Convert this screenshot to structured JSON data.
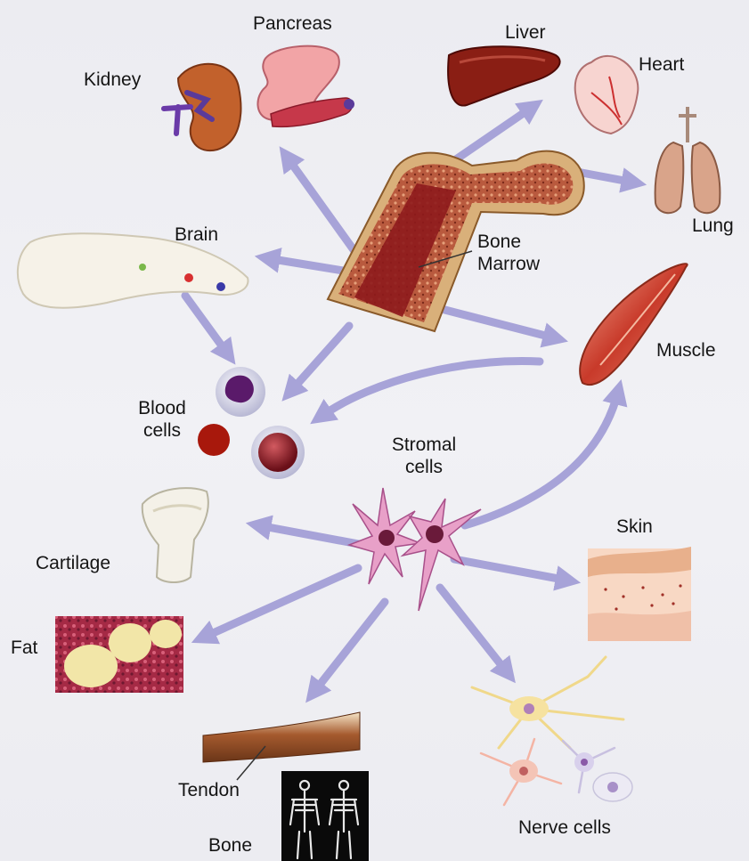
{
  "labels": {
    "pancreas": "Pancreas",
    "kidney": "Kidney",
    "liver": "Liver",
    "heart": "Heart",
    "lung": "Lung",
    "brain": "Brain",
    "bone_marrow": [
      "Bone",
      "Marrow"
    ],
    "muscle": "Muscle",
    "blood_cells": [
      "Blood",
      "cells"
    ],
    "stromal_cells": [
      "Stromal",
      "cells"
    ],
    "skin": "Skin",
    "cartilage": "Cartilage",
    "fat": "Fat",
    "tendon": "Tendon",
    "bone": "Bone",
    "nerve_cells": "Nerve cells"
  },
  "icons": [
    "kidney-icon",
    "pancreas-icon",
    "liver-icon",
    "heart-icon",
    "lung-icon",
    "brain-icon",
    "bone-marrow-icon",
    "muscle-icon",
    "blood-cells-icon",
    "stromal-cells-icon",
    "cartilage-icon",
    "fat-tissue-icon",
    "skin-tissue-icon",
    "tendon-icon",
    "bone-skeleton-icon",
    "nerve-cells-icon"
  ],
  "colors": {
    "arrow": "#a7a3d8",
    "background": "#eeeef3",
    "text": "#151515"
  }
}
